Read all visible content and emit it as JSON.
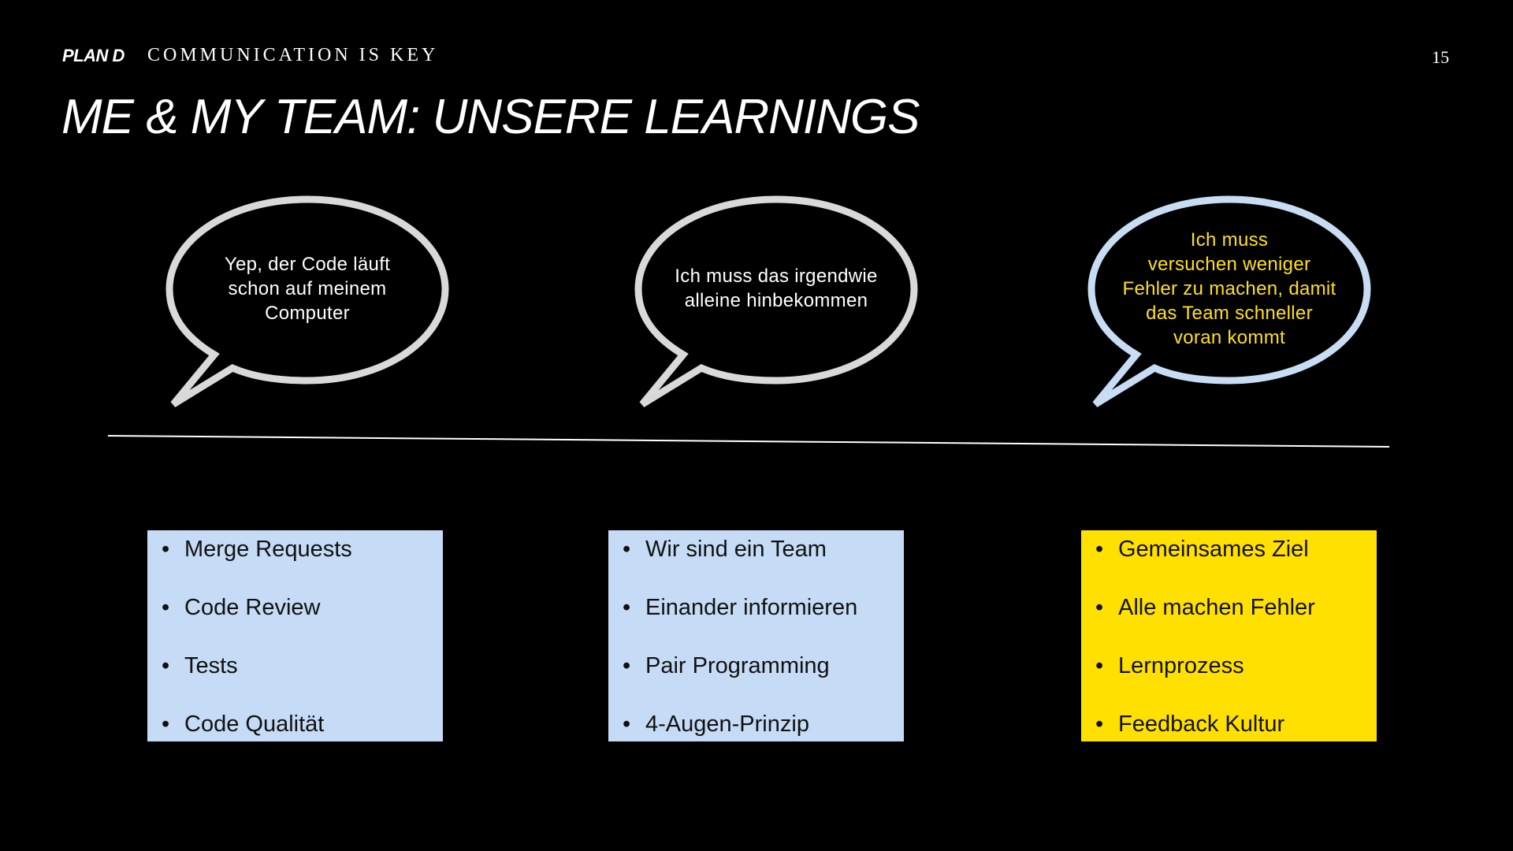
{
  "header": {
    "brand": "PLAN D",
    "section": "COMMUNICATION IS KEY",
    "page_number": "15"
  },
  "title": "ME & MY TEAM: UNSERE LEARNINGS",
  "colors": {
    "background": "#000000",
    "bubble_outline": "#D9D9D9",
    "bubble_outline_highlight": "#C8DCF4",
    "card_blue": "#C5DBF6",
    "card_yellow": "#FFE000",
    "highlight_text": "#FFE01A"
  },
  "bubbles": [
    {
      "text": "Yep, der Code läuft\nschon auf meinem\nComputer"
    },
    {
      "text": "Ich muss das irgendwie\nalleine hinbekommen"
    },
    {
      "text": "Ich muss\nversuchen weniger\nFehler zu machen, damit\ndas Team schneller\nvoran kommt"
    }
  ],
  "cards": [
    {
      "items": [
        "Merge Requests",
        "Code Review",
        "Tests",
        "Code Qualität"
      ]
    },
    {
      "items": [
        "Wir sind ein Team",
        "Einander informieren",
        "Pair Programming",
        "4-Augen-Prinzip"
      ]
    },
    {
      "items": [
        "Gemeinsames Ziel",
        "Alle machen Fehler",
        "Lernprozess",
        "Feedback Kultur"
      ]
    }
  ],
  "bullet": "•"
}
